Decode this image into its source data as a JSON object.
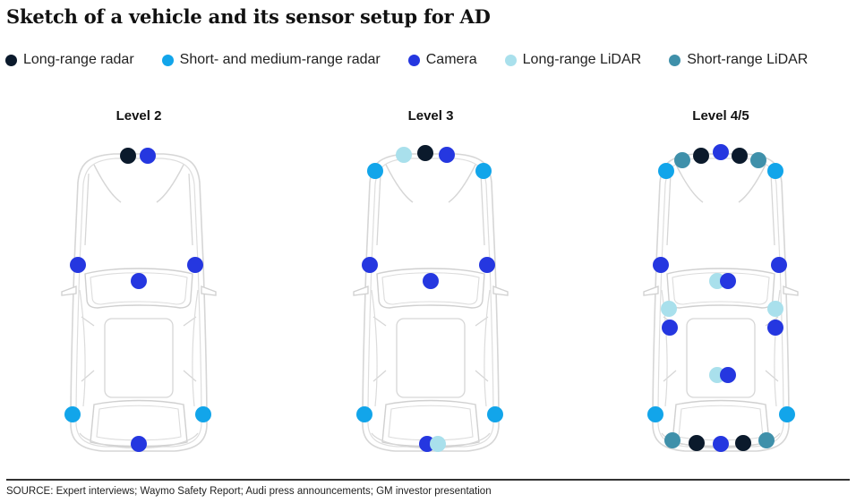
{
  "title": "Sketch of a vehicle and its sensor setup for AD",
  "legend": [
    {
      "key": "lrr",
      "label": "Long-range radar",
      "color": "#0b1a2c"
    },
    {
      "key": "smr",
      "label": "Short- and medium-range radar",
      "color": "#12a5ea"
    },
    {
      "key": "cam",
      "label": "Camera",
      "color": "#2537e0"
    },
    {
      "key": "llr",
      "label": "Long-range LiDAR",
      "color": "#a9e0ec"
    },
    {
      "key": "slr",
      "label": "Short-range LiDAR",
      "color": "#3f90aa"
    }
  ],
  "levels": [
    {
      "label": "Level 2",
      "sensors": [
        {
          "type": "lrr",
          "pos": "front-center-left"
        },
        {
          "type": "cam",
          "pos": "front-center-right"
        },
        {
          "type": "cam",
          "pos": "left-mirror"
        },
        {
          "type": "cam",
          "pos": "right-mirror"
        },
        {
          "type": "cam",
          "pos": "windshield-center"
        },
        {
          "type": "smr",
          "pos": "rear-left-corner"
        },
        {
          "type": "smr",
          "pos": "rear-right-corner"
        },
        {
          "type": "cam",
          "pos": "rear-center"
        }
      ]
    },
    {
      "label": "Level 3",
      "sensors": [
        {
          "type": "smr",
          "pos": "front-left-corner"
        },
        {
          "type": "llr",
          "pos": "front-left"
        },
        {
          "type": "lrr",
          "pos": "front-center"
        },
        {
          "type": "cam",
          "pos": "front-right"
        },
        {
          "type": "smr",
          "pos": "front-right-corner"
        },
        {
          "type": "cam",
          "pos": "left-mirror"
        },
        {
          "type": "cam",
          "pos": "right-mirror"
        },
        {
          "type": "cam",
          "pos": "windshield-center"
        },
        {
          "type": "smr",
          "pos": "rear-left-corner"
        },
        {
          "type": "smr",
          "pos": "rear-right-corner"
        },
        {
          "type": "cam",
          "pos": "rear-center-left"
        },
        {
          "type": "llr",
          "pos": "rear-center-right"
        }
      ]
    },
    {
      "label": "Level 4/5",
      "sensors": [
        {
          "type": "smr",
          "pos": "front-left-corner"
        },
        {
          "type": "slr",
          "pos": "front-left-outer"
        },
        {
          "type": "lrr",
          "pos": "front-left-inner"
        },
        {
          "type": "cam",
          "pos": "front-center"
        },
        {
          "type": "lrr",
          "pos": "front-right-inner"
        },
        {
          "type": "slr",
          "pos": "front-right-outer"
        },
        {
          "type": "smr",
          "pos": "front-right-corner"
        },
        {
          "type": "cam",
          "pos": "left-mirror"
        },
        {
          "type": "cam",
          "pos": "right-mirror"
        },
        {
          "type": "llr",
          "pos": "windshield-center-left"
        },
        {
          "type": "cam",
          "pos": "windshield-center-right"
        },
        {
          "type": "llr",
          "pos": "left-side-upper"
        },
        {
          "type": "cam",
          "pos": "left-side-lower"
        },
        {
          "type": "llr",
          "pos": "right-side-upper"
        },
        {
          "type": "cam",
          "pos": "right-side-lower"
        },
        {
          "type": "llr",
          "pos": "rear-window-center-left"
        },
        {
          "type": "cam",
          "pos": "rear-window-center-right"
        },
        {
          "type": "smr",
          "pos": "rear-left-corner"
        },
        {
          "type": "smr",
          "pos": "rear-right-corner"
        },
        {
          "type": "slr",
          "pos": "rear-left-outer"
        },
        {
          "type": "lrr",
          "pos": "rear-left-inner"
        },
        {
          "type": "cam",
          "pos": "rear-center"
        },
        {
          "type": "lrr",
          "pos": "rear-right-inner"
        },
        {
          "type": "slr",
          "pos": "rear-right-outer"
        }
      ]
    }
  ],
  "source": "SOURCE: Expert interviews; Waymo Safety Report; Audi press announcements; GM investor presentation"
}
